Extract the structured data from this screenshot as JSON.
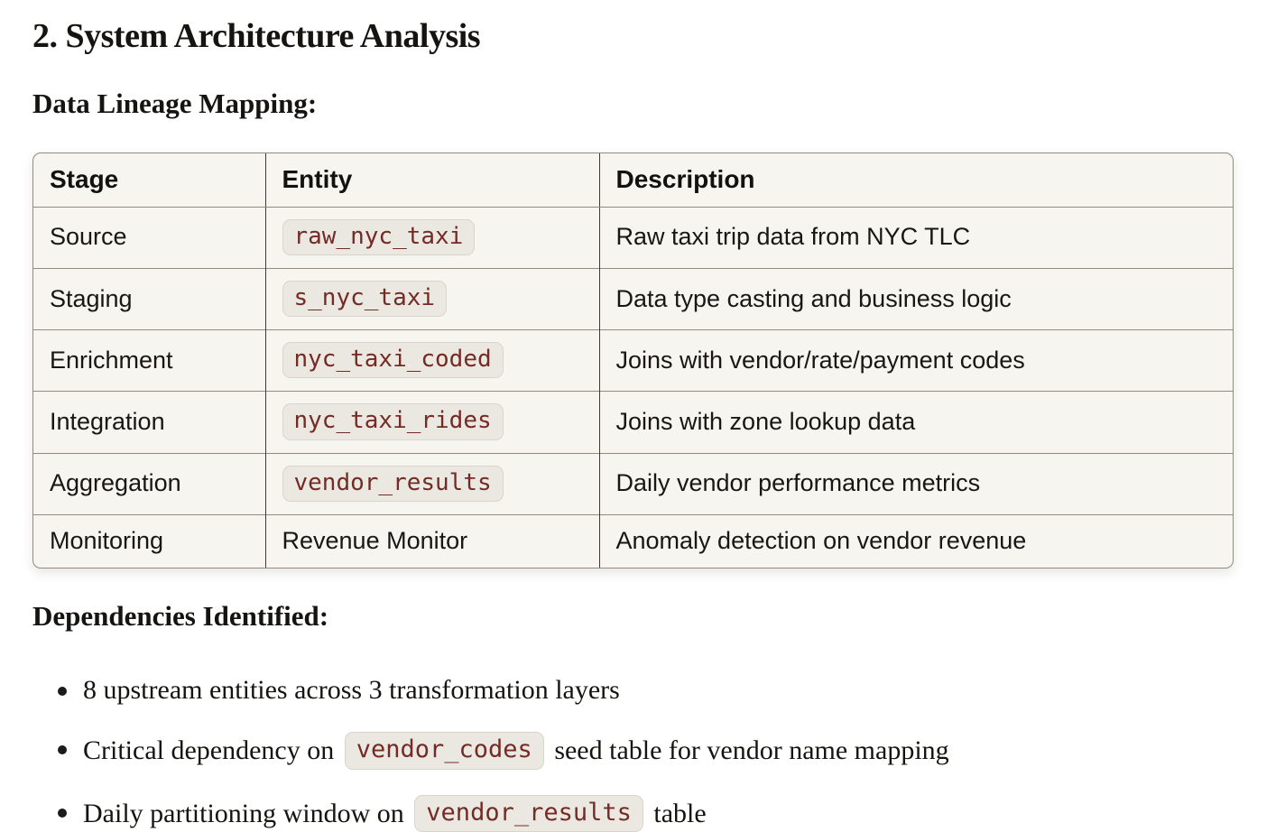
{
  "page": {
    "heading": "2. System Architecture Analysis",
    "section1_title": "Data Lineage Mapping:",
    "section2_title": "Dependencies Identified:"
  },
  "table": {
    "columns": [
      "Stage",
      "Entity",
      "Description"
    ],
    "rows": [
      {
        "stage": "Source",
        "entity": {
          "type": "code",
          "value": "raw_nyc_taxi"
        },
        "description": "Raw taxi trip data from NYC TLC"
      },
      {
        "stage": "Staging",
        "entity": {
          "type": "code",
          "value": "s_nyc_taxi"
        },
        "description": "Data type casting and business logic"
      },
      {
        "stage": "Enrichment",
        "entity": {
          "type": "code",
          "value": "nyc_taxi_coded"
        },
        "description": "Joins with vendor/rate/payment codes"
      },
      {
        "stage": "Integration",
        "entity": {
          "type": "code",
          "value": "nyc_taxi_rides"
        },
        "description": "Joins with zone lookup data"
      },
      {
        "stage": "Aggregation",
        "entity": {
          "type": "code",
          "value": "vendor_results"
        },
        "description": "Daily vendor performance metrics"
      },
      {
        "stage": "Monitoring",
        "entity": {
          "type": "text",
          "value": "Revenue Monitor"
        },
        "description": "Anomaly detection on vendor revenue"
      }
    ]
  },
  "bullets": [
    {
      "segments": [
        {
          "type": "text",
          "value": "8 upstream entities across 3 transformation layers"
        }
      ]
    },
    {
      "segments": [
        {
          "type": "text",
          "value": "Critical dependency on "
        },
        {
          "type": "code",
          "value": "vendor_codes"
        },
        {
          "type": "text",
          "value": " seed table for vendor name mapping"
        }
      ]
    },
    {
      "segments": [
        {
          "type": "text",
          "value": "Daily partitioning window on "
        },
        {
          "type": "code",
          "value": "vendor_results"
        },
        {
          "type": "text",
          "value": " table"
        }
      ]
    }
  ],
  "colors": {
    "code_text": "#742b25",
    "code_bg": "#ebe8e2",
    "code_border": "#d9d5cc",
    "table_bg": "#f7f5f0",
    "table_border": "#908c82"
  }
}
